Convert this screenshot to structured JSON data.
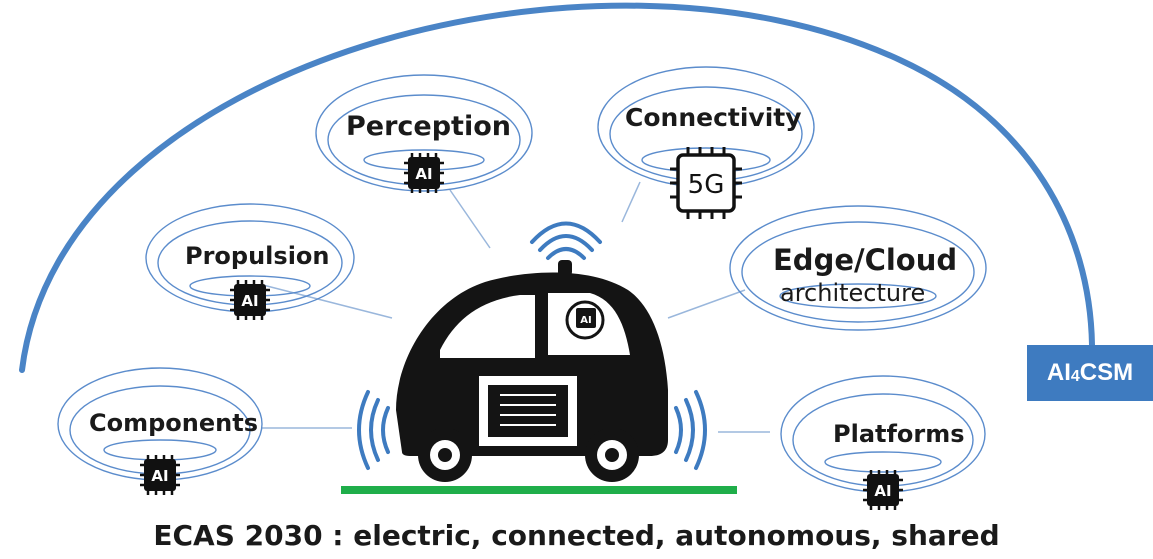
{
  "nodes": {
    "perception": {
      "label": "Perception",
      "chip": "AI"
    },
    "connectivity": {
      "label": "Connectivity",
      "chip": "5G"
    },
    "propulsion": {
      "label": "Propulsion",
      "chip": "AI"
    },
    "edge_cloud": {
      "label": "Edge/Cloud",
      "sublabel": "architecture"
    },
    "components": {
      "label": "Components",
      "chip": "AI"
    },
    "platforms": {
      "label": "Platforms",
      "chip": "AI"
    }
  },
  "vehicle": {
    "head_chip": "AI"
  },
  "brand": {
    "prefix": "AI",
    "subscript": "4",
    "suffix": "CSM"
  },
  "caption": "ECAS 2030 : electric, connected, autonomous, shared",
  "colors": {
    "arc": "#4a84c6",
    "ring": "#5b8ccc",
    "ground": "#1fae4a",
    "brand_bg": "#3e7bc0",
    "car": "#141414"
  }
}
